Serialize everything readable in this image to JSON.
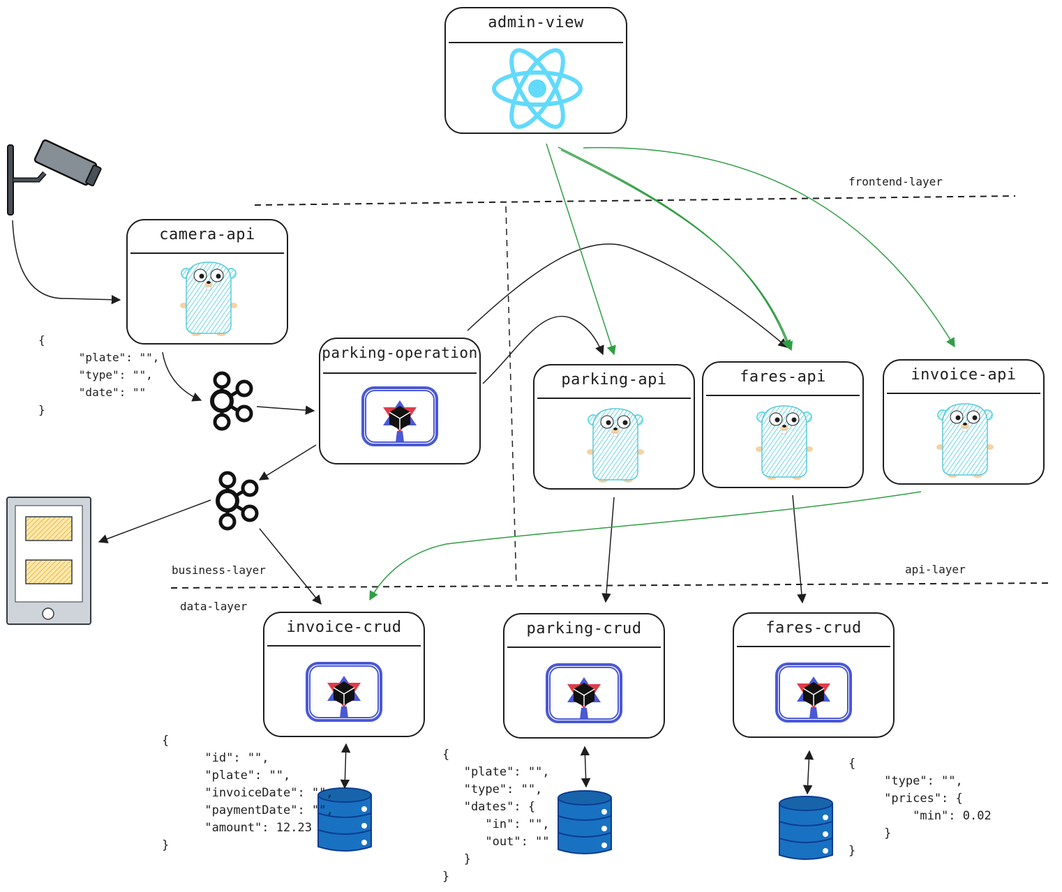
{
  "services": {
    "admin_view": "admin-view",
    "camera_api": "camera-api",
    "parking_operation": "parking-operation",
    "parking_api": "parking-api",
    "fares_api": "fares-api",
    "invoice_api": "invoice-api",
    "invoice_crud": "invoice-crud",
    "parking_crud": "parking-crud",
    "fares_crud": "fares-crud"
  },
  "layers": {
    "frontend": "frontend-layer",
    "business": "business-layer",
    "api": "api-layer",
    "data": "data-layer"
  },
  "payloads": {
    "camera": "{\n      \"plate\": \"\",\n      \"type\": \"\",\n      \"date\": \"\"\n}",
    "invoice": "{\n      \"id\": \"\",\n      \"plate\": \"\",\n      \"invoiceDate\": \"\",\n      \"paymentDate\": \"\",\n      \"amount\": 12.23\n}",
    "parking": "{\n   \"plate\": \"\",\n   \"type\": \"\",\n   \"dates\": {\n      \"in\": \"\",\n      \"out\": \"\"\n   }\n}",
    "fares": "{\n     \"type\": \"\",\n     \"prices\": {\n         \"min\": 0.02\n     }\n}"
  },
  "colors": {
    "react": "#61dafb",
    "gopher": "#6ad7e5",
    "grpc": "#4a58d6",
    "green_arrow": "#2f9e44",
    "db": "#1971c2",
    "note": "#f5c44e"
  },
  "icons": {
    "frontend": "react-icon",
    "go": "gopher-icon",
    "crud": "grpc-icon",
    "queue": "kafka-icon",
    "camera": "camera-icon",
    "display": "tablet-icon",
    "storage": "database-icon"
  }
}
